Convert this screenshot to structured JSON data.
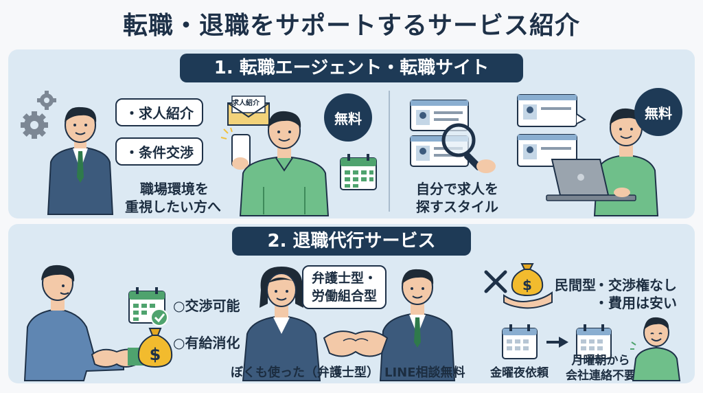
{
  "title": "転職・退職をサポートするサービス紹介",
  "section1": {
    "header": "1. 転職エージェント・転職サイト",
    "agent": {
      "bubbles": [
        "・求人紹介",
        "・条件交渉"
      ],
      "envelope_label": "求人紹介",
      "badge": "無料",
      "caption_line1": "職場環境を",
      "caption_line2": "重視したい方へ",
      "icons": [
        "gear-icon",
        "envelope-icon",
        "smartphone-icon",
        "calendar-icon"
      ]
    },
    "site": {
      "badge": "無料",
      "caption_line1": "自分で求人を",
      "caption_line2": "探すスタイル",
      "icons": [
        "profile-card-icon",
        "magnifier-icon",
        "laptop-icon"
      ]
    }
  },
  "section2": {
    "header": "2. 退職代行サービス",
    "left": {
      "item1": "○交渉可能",
      "item2": "○有給消化",
      "icons": [
        "calendar-check-icon",
        "money-bag-icon",
        "handshake-icon"
      ]
    },
    "middle": {
      "bubble_line1": "弁護士型・",
      "bubble_line2": "労働組合型",
      "caption_left": "ぼくも使った（弁護士型）",
      "caption_right": "LINE相談無料"
    },
    "right": {
      "type_label": "民間型",
      "point1": "・交渉権なし",
      "point2": "・費用は安い",
      "caption_left": "金曜夜依頼",
      "caption_right_line1": "月曜朝から",
      "caption_right_line2": "会社連絡不要",
      "icons": [
        "x-mark-icon",
        "money-hand-icon",
        "calendar-icon",
        "arrow-right-icon"
      ]
    }
  },
  "colors": {
    "navy": "#1e3a56",
    "panel": "#dce9f3",
    "green": "#4fa36e",
    "suit": "#3c5a7c"
  }
}
